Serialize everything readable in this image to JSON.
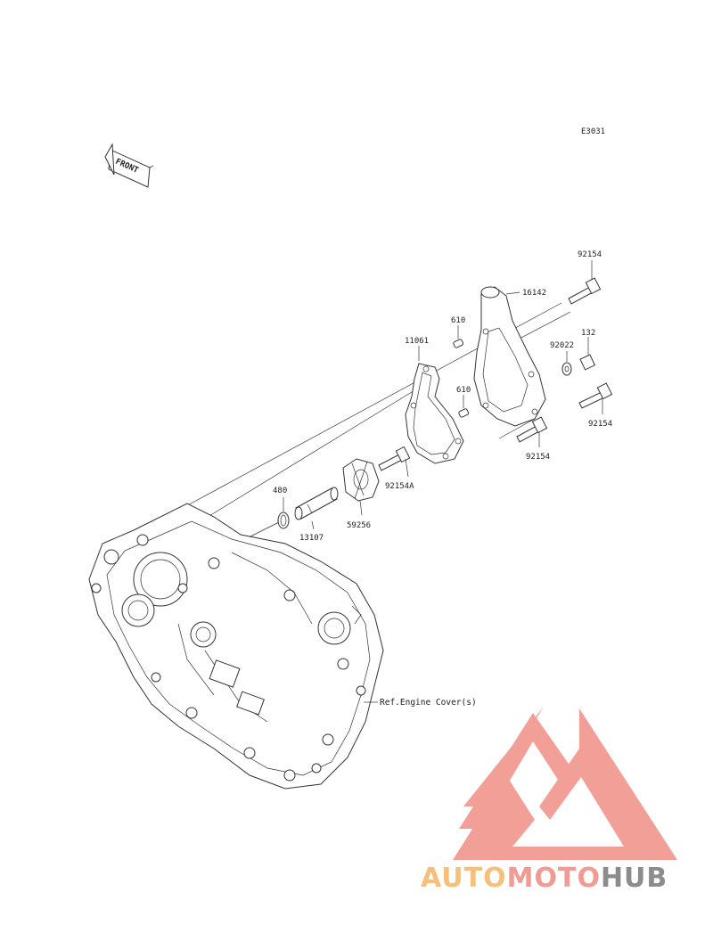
{
  "diagram": {
    "code": "E3031",
    "front_label": "FRONT",
    "reference_note": "Ref.Engine Cover(s)"
  },
  "parts": [
    {
      "number": "92154"
    },
    {
      "number": "16142"
    },
    {
      "number": "610"
    },
    {
      "number": "132"
    },
    {
      "number": "92022"
    },
    {
      "number": "11061"
    },
    {
      "number": "610"
    },
    {
      "number": "92154"
    },
    {
      "number": "92154"
    },
    {
      "number": "92154A"
    },
    {
      "number": "480"
    },
    {
      "number": "59256"
    },
    {
      "number": "13107"
    }
  ],
  "watermark": {
    "brand_parts": [
      "AUTO",
      "MOTO",
      "HUB"
    ],
    "colors": {
      "auto": "#f6c07a",
      "moto": "#f29a94",
      "hub": "#8c8c8c",
      "triangle": "#f19a92"
    }
  }
}
